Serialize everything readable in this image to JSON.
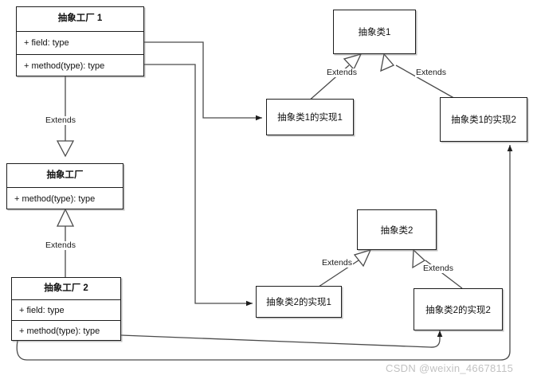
{
  "diagram": {
    "type": "uml-class-diagram",
    "background_color": "#ffffff",
    "line_color": "#1d1d1d",
    "classes": [
      {
        "id": "abstract-factory-1",
        "title": "抽象工厂 1",
        "rows": [
          "+ field: type",
          "+ method(type): type"
        ]
      },
      {
        "id": "abstract-factory",
        "title": "抽象工厂",
        "rows": [
          "+ method(type): type"
        ]
      },
      {
        "id": "abstract-factory-2",
        "title": "抽象工厂 2",
        "rows": [
          "+ field: type",
          "+ method(type): type"
        ]
      }
    ],
    "nodes": [
      {
        "id": "abstract-class-1",
        "label": "抽象类1"
      },
      {
        "id": "abstract-class-1-impl-1",
        "label": "抽象类1的实现1"
      },
      {
        "id": "abstract-class-1-impl-2",
        "label": "抽象类1的实现2"
      },
      {
        "id": "abstract-class-2",
        "label": "抽象类2"
      },
      {
        "id": "abstract-class-2-impl-1",
        "label": "抽象类2的实现1"
      },
      {
        "id": "abstract-class-2-impl-2",
        "label": "抽象类2的实现2"
      }
    ],
    "edge_labels": {
      "factory1_to_factory": "Extends",
      "factory2_to_factory": "Extends",
      "class1_impl1": "Extends",
      "class1_impl2": "Extends",
      "class2_impl1": "Extends",
      "class2_impl2": "Extends"
    }
  },
  "watermark": {
    "text": "CSDN @weixin_46678115"
  }
}
